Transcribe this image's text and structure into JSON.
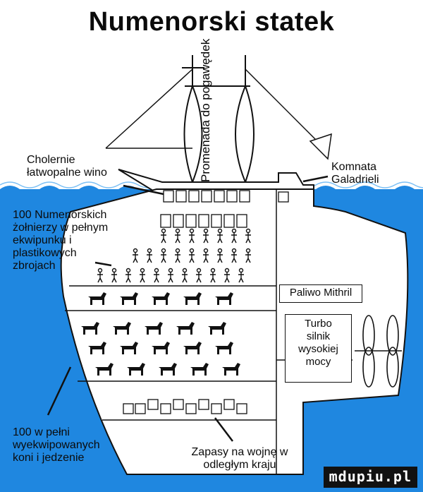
{
  "title": "Numenorski statek",
  "labels": {
    "wine": "Cholernie\nłatwopalne wino",
    "galadriel": "Komnata\nGaladrieli",
    "soldiers": "100 Numenorskich\nżołnierzy w pełnym\nekwipunku i\nplastikowych\nzbrojach",
    "mithril_fuel": "Paliwo Mithril",
    "engine": "Turbo\nsilnik\nwysokiej\nmocy",
    "horses": "100 w pełni\nwyekwipowanych\nkoni i jedzenie",
    "supplies": "Zapasy na wojnę w\nodległym kraju",
    "promenade": "Promenada do\npogawędek"
  },
  "watermark": "mdupiu.pl",
  "colors": {
    "sea": "#1f87e0",
    "sea_light": "#5aaef0",
    "ink": "#111111"
  }
}
